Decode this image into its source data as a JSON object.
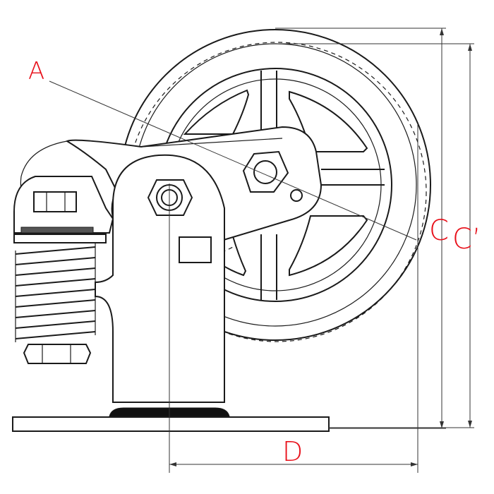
{
  "labels": {
    "a": "A",
    "c": "C",
    "c_prime": "C’",
    "d": "D"
  },
  "colors": {
    "label": "#e8101a",
    "line": "#1a1a1a"
  }
}
